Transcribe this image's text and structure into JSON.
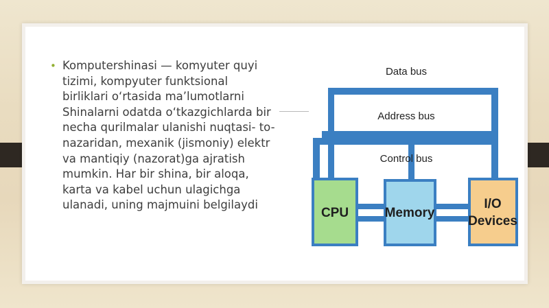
{
  "slide": {
    "bullet": "Komputershinasi — komyuter quyi\ntizimi, kompyuter funktsional\nbirliklari o‘rtasida ma’lumotlarni\nShinalarni odatda o‘tkazgichlarda bir\nnecha qurilmalar ulanishi nuqtasi- to-\nnazaridan, mexanik (jismoniy) elektr\nva mantiqiy (nazorat)ga ajratish\nmumkin. Har bir shina, bir aloqa,\nkarta va kabel uchun ulagichga\nulanadi, uning majmuini belgilaydi"
  },
  "diagram": {
    "buses": {
      "data": "Data bus",
      "address": "Address bus",
      "control": "Control bus"
    },
    "components": {
      "cpu": "CPU",
      "memory": "Memory",
      "io_line1": "I/O",
      "io_line2": "Devices"
    },
    "colors": {
      "bus": "#3b7fc2",
      "cpu_fill": "#a6dc8e",
      "memory_fill": "#9fd6ec",
      "io_fill": "#f6cd8d",
      "box_border": "#3b7fc2",
      "bullet": "#93b034"
    }
  }
}
